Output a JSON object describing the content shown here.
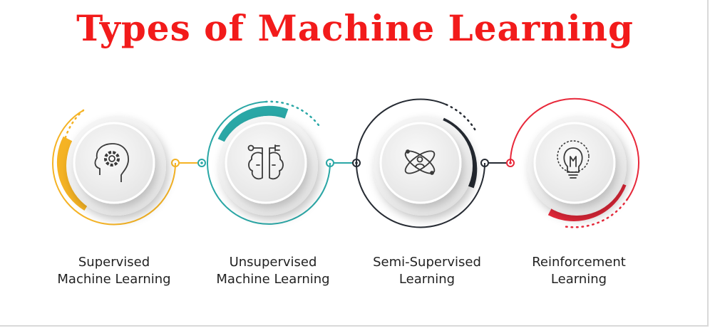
{
  "title": "Types of Machine Learning",
  "colors": {
    "title": "#f21b1b",
    "supervised": "#f5b324",
    "unsupervised": "#2aa7a6",
    "semi_supervised": "#262b33",
    "reinforcement": "#e8283a",
    "icon": "#3a3a3a",
    "text": "#222222"
  },
  "items": [
    {
      "line1": "Supervised",
      "line2": "Machine Learning",
      "icon": "gear-head-icon",
      "color_key": "supervised"
    },
    {
      "line1": "Unsupervised",
      "line2": "Machine Learning",
      "icon": "brain-plug-icon",
      "color_key": "unsupervised"
    },
    {
      "line1": "Semi-Supervised",
      "line2": "Learning",
      "icon": "atom-person-icon",
      "color_key": "semi_supervised"
    },
    {
      "line1": "Reinforcement",
      "line2": "Learning",
      "icon": "lightbulb-icon",
      "color_key": "reinforcement"
    }
  ]
}
